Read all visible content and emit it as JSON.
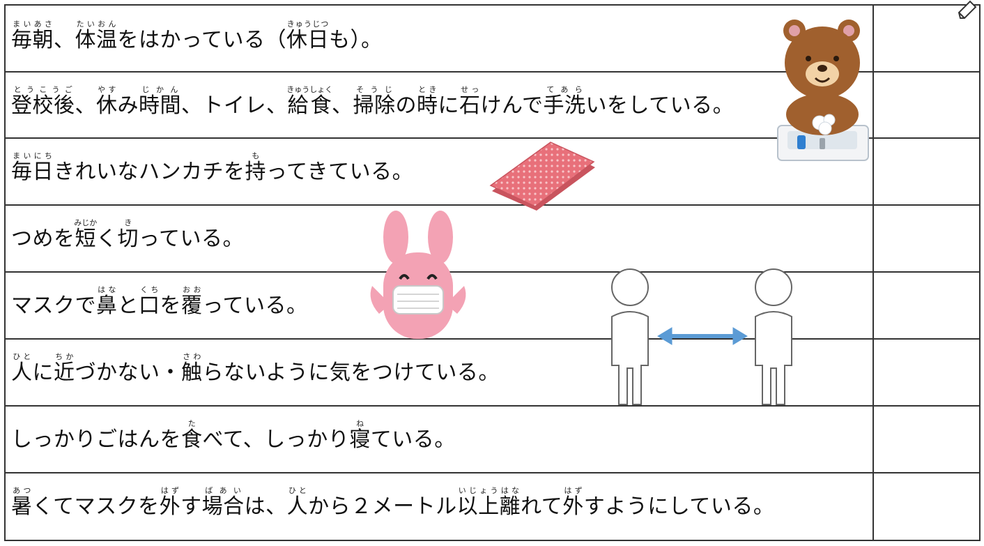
{
  "rows": [
    {
      "segments": [
        {
          "base": "毎朝",
          "ruby": "まいあさ"
        },
        {
          "text": "、"
        },
        {
          "base": "体温",
          "ruby": "たいおん"
        },
        {
          "text": "をはかっている（"
        },
        {
          "base": "休日",
          "ruby": "きゅうじつ"
        },
        {
          "text": "も）。"
        }
      ]
    },
    {
      "segments": [
        {
          "base": "登校後",
          "ruby": "とうこうご"
        },
        {
          "text": "、"
        },
        {
          "base": "休",
          "ruby": "やす"
        },
        {
          "text": "み"
        },
        {
          "base": "時間",
          "ruby": "じかん"
        },
        {
          "text": "、トイレ、"
        },
        {
          "base": "給食",
          "ruby": "きゅうしょく"
        },
        {
          "text": "、"
        },
        {
          "base": "掃除",
          "ruby": "そうじ"
        },
        {
          "text": "の"
        },
        {
          "base": "時",
          "ruby": "とき"
        },
        {
          "text": "に"
        },
        {
          "base": "石",
          "ruby": "せっ"
        },
        {
          "text": "けんで"
        },
        {
          "base": "手洗",
          "ruby": "てあら"
        },
        {
          "text": "いをしている。"
        }
      ]
    },
    {
      "segments": [
        {
          "base": "毎日",
          "ruby": "まいにち"
        },
        {
          "text": "きれいなハンカチを"
        },
        {
          "base": "持",
          "ruby": "も"
        },
        {
          "text": "ってきている。"
        }
      ]
    },
    {
      "segments": [
        {
          "text": "つめを"
        },
        {
          "base": "短",
          "ruby": "みじか"
        },
        {
          "text": "く"
        },
        {
          "base": "切",
          "ruby": "き"
        },
        {
          "text": "っている。"
        }
      ]
    },
    {
      "segments": [
        {
          "text": "マスクで"
        },
        {
          "base": "鼻",
          "ruby": "はな"
        },
        {
          "text": "と"
        },
        {
          "base": "口",
          "ruby": "くち"
        },
        {
          "text": "を"
        },
        {
          "base": "覆",
          "ruby": "おお"
        },
        {
          "text": "っている。"
        }
      ]
    },
    {
      "segments": [
        {
          "base": "人",
          "ruby": "ひと"
        },
        {
          "text": "に"
        },
        {
          "base": "近",
          "ruby": "ちか"
        },
        {
          "text": "づかない・"
        },
        {
          "base": "触",
          "ruby": "さわ"
        },
        {
          "text": "らないように"
        },
        {
          "base": "気",
          "ruby": ""
        },
        {
          "text": "をつけている。"
        }
      ]
    },
    {
      "segments": [
        {
          "text": "しっかりごはんを"
        },
        {
          "base": "食",
          "ruby": "た"
        },
        {
          "text": "べて、しっかり"
        },
        {
          "base": "寝",
          "ruby": "ね"
        },
        {
          "text": "ている。"
        }
      ]
    },
    {
      "segments": [
        {
          "base": "暑",
          "ruby": "あつ"
        },
        {
          "text": "くてマスクを"
        },
        {
          "base": "外",
          "ruby": "はず"
        },
        {
          "text": "す"
        },
        {
          "base": "場合",
          "ruby": "ばあい"
        },
        {
          "text": "は、"
        },
        {
          "base": "人",
          "ruby": "ひと"
        },
        {
          "text": "から２メートル"
        },
        {
          "base": "以上離",
          "ruby": "いじょうはな"
        },
        {
          "text": "れて"
        },
        {
          "base": "外",
          "ruby": "はず"
        },
        {
          "text": "すようにしている。"
        }
      ]
    }
  ],
  "illustrations": [
    {
      "name": "bear-washing-hands-icon"
    },
    {
      "name": "handkerchief-icon"
    },
    {
      "name": "rabbit-with-mask-icon"
    },
    {
      "name": "social-distance-figures-icon"
    },
    {
      "name": "pencil-icon"
    }
  ],
  "colors": {
    "line": "#333333",
    "bear": "#a0602e",
    "handkerchief": "#e8707a",
    "rabbit": "#f3a2b4",
    "arrow": "#5b9bd5"
  }
}
